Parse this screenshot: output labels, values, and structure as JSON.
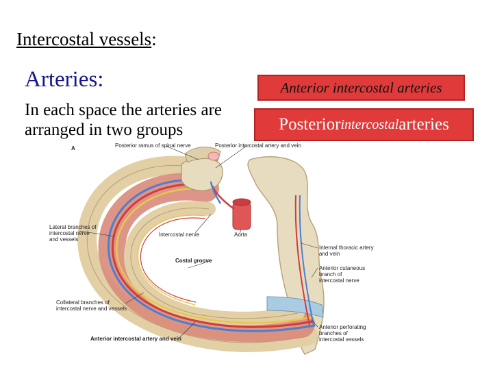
{
  "slide": {
    "title_main": "Intercostal vessels",
    "title_colon": ":",
    "subtitle": "Arteries:",
    "body": "In each space the arteries are arranged in two groups",
    "anterior_box": "Anterior intercostal arteries",
    "posterior_box_part1": "Posterior ",
    "posterior_box_part2": "intercostal",
    "posterior_box_part3": " arteries"
  },
  "figure": {
    "panel_letter": "A",
    "labels": {
      "posterior_ramus": "Posterior ramus of spinal nerve",
      "posterior_artery_vein": "Posterior intercostal artery and vein",
      "lateral_branches": "Lateral branches of\nintercostal nerve\nand vessels",
      "intercostal_nerve": "Intercostal nerve",
      "aorta": "Aorta",
      "internal_thoracic": "Internal thoracic artery\nand vein",
      "costal_groove": "Costal groove",
      "anterior_cutaneous": "Anterior cutaneous\nbranch of\nintercostal nerve",
      "collateral_branches": "Collateral branches of\nintercostal nerve and vessels",
      "anterior_perforating": "Anterior perforating\nbranches of\nintercostal vessels",
      "anterior_artery_vein": "Anterior intercostal artery and vein"
    }
  },
  "colors": {
    "subtitle_blue": "#15158f",
    "box_red": "#e03a3a",
    "bone": "#e8dcc0",
    "muscle": "#d98a7a",
    "artery": "#d23b3b",
    "vein": "#4a7fd0",
    "nerve": "#e8c84a"
  }
}
